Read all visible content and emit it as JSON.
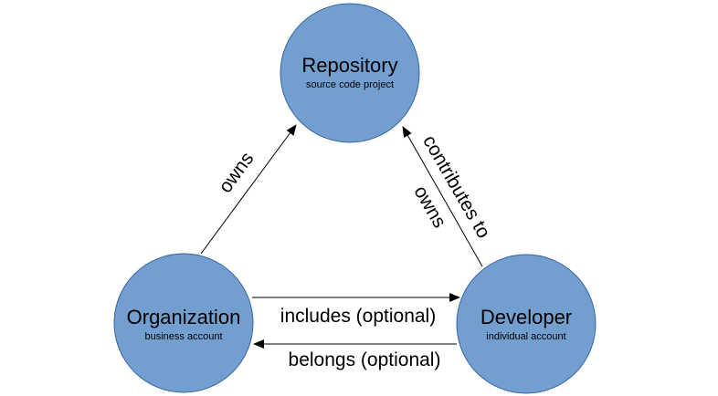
{
  "colors": {
    "node_fill": "#729fcf",
    "node_stroke": "#3465a4",
    "edge": "#000000",
    "background": "#ffffff"
  },
  "nodes": {
    "repository": {
      "title": "Repository",
      "subtitle": "source code project"
    },
    "organization": {
      "title": "Organization",
      "subtitle": "business account"
    },
    "developer": {
      "title": "Developer",
      "subtitle": "individual account"
    }
  },
  "edges": {
    "org_owns_repo": {
      "label": "owns"
    },
    "dev_contributes_repo": {
      "label": "contributes to"
    },
    "dev_owns_repo": {
      "label": "owns"
    },
    "org_includes_dev": {
      "label": "includes (optional)"
    },
    "dev_belongs_org": {
      "label": "belongs (optional)"
    }
  }
}
